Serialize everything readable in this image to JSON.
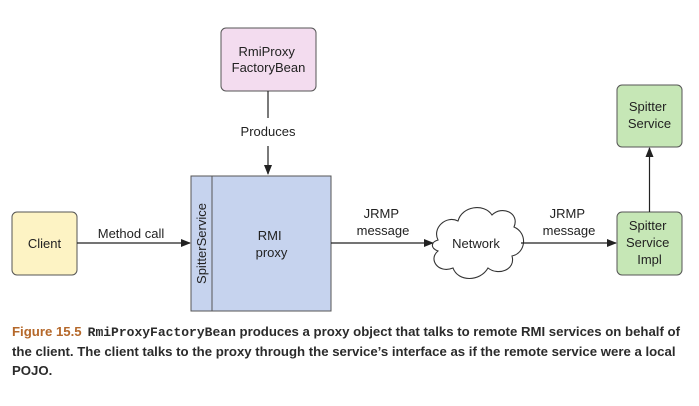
{
  "diagram": {
    "nodes": {
      "factory_bean": {
        "lines": [
          "RmiProxy",
          "FactoryBean"
        ],
        "fill": "#f3dcef"
      },
      "client": {
        "lines": [
          "Client"
        ],
        "fill": "#fdf3c4"
      },
      "spitter_service_interface": {
        "lines": [
          "SpitterService"
        ],
        "fill": "#c6d3ee"
      },
      "rmi_proxy": {
        "lines": [
          "RMI",
          "proxy"
        ],
        "fill": "#c6d3ee"
      },
      "network": {
        "lines": [
          "Network"
        ],
        "fill": "#ffffff"
      },
      "service_impl": {
        "lines": [
          "Spitter",
          "Service",
          "Impl"
        ],
        "fill": "#c6e7b6"
      },
      "spitter_service": {
        "lines": [
          "Spitter",
          "Service"
        ],
        "fill": "#c6e7b6"
      }
    },
    "edges": {
      "produces": [
        "Produces"
      ],
      "method_call": [
        "Method call"
      ],
      "jrmp_left": [
        "JRMP",
        "message"
      ],
      "jrmp_right": [
        "JRMP",
        "message"
      ]
    }
  },
  "caption": {
    "figure_label": "Figure 15.5",
    "code": "RmiProxyFactoryBean",
    "text": " produces a proxy object that talks to remote RMI services on behalf of the client. The client talks to the proxy through the service’s interface as if the remote service were a local POJO.",
    "label_color": "#b5682a"
  }
}
